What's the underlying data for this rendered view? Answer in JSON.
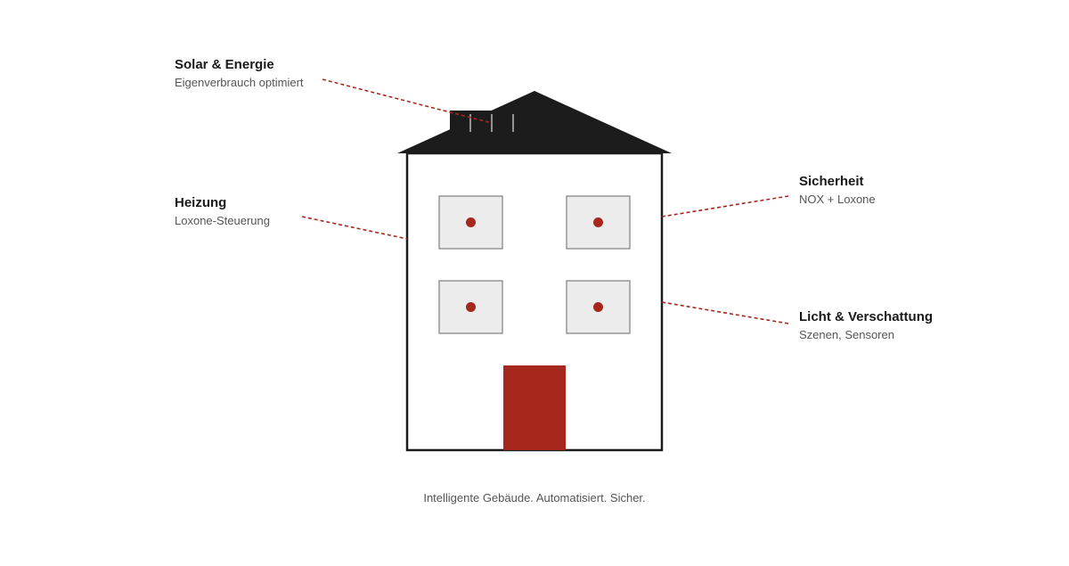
{
  "labels": {
    "solar": {
      "title": "Solar & Energie",
      "subtitle": "Eigenverbrauch optimiert"
    },
    "heating": {
      "title": "Heizung",
      "subtitle": "Loxone-Steuerung"
    },
    "security": {
      "title": "Sicherheit",
      "subtitle": "NOX + Loxone"
    },
    "light": {
      "title": "Licht & Verschattung",
      "subtitle": "Szenen, Sensoren"
    }
  },
  "caption": "Intelligente Gebäude. Automatisiert. Sicher.",
  "colors": {
    "roof": "#1c1c1c",
    "wall_outline": "#1c1c1c",
    "window_fill": "#ececec",
    "window_outline": "#888888",
    "accent": "#a6271b",
    "leader_line": "#a6271b"
  }
}
